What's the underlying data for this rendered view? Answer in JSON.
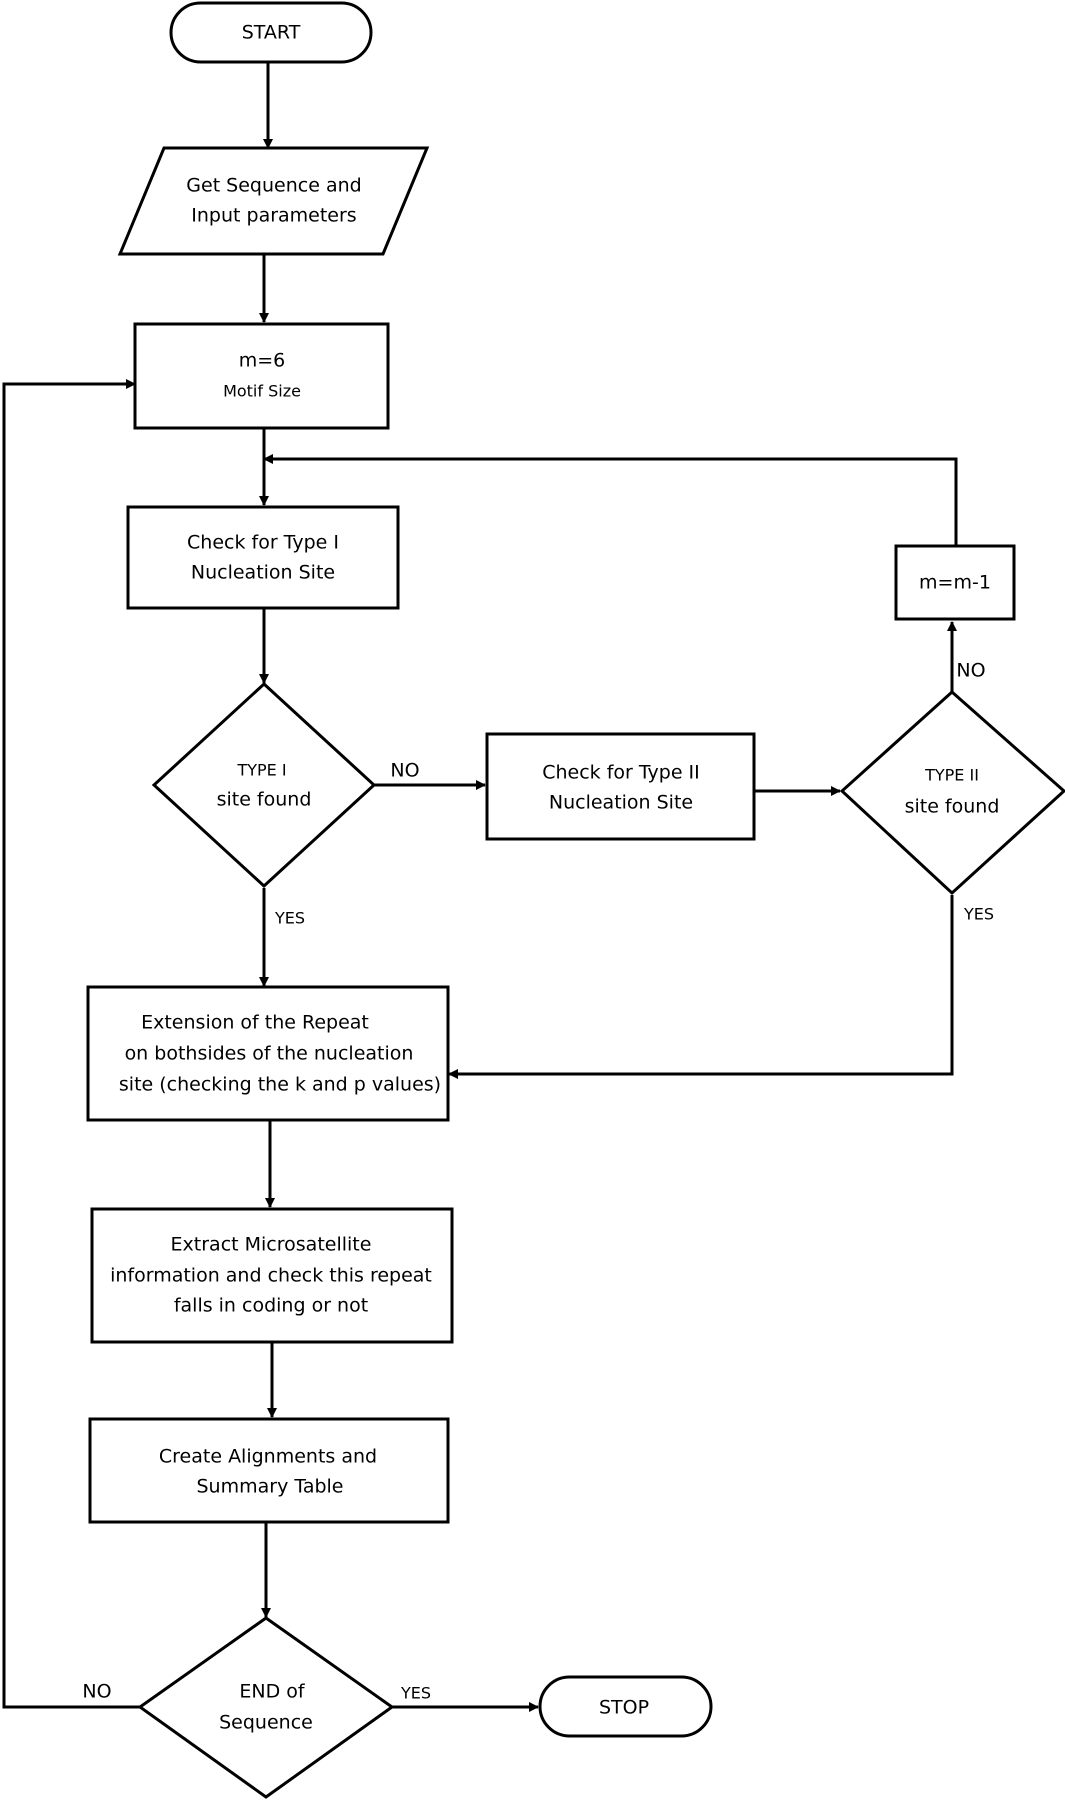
{
  "nodes": {
    "start": {
      "label": "START"
    },
    "input": {
      "line1": "Get Sequence and",
      "line2": "Input parameters"
    },
    "motif": {
      "line1": "m=6",
      "line2": "Motif Size"
    },
    "check1": {
      "line1": "Check for Type I",
      "line2": "Nucleation Site"
    },
    "dec1": {
      "line1": "TYPE I",
      "line2": "site found"
    },
    "check2": {
      "line1": "Check for Type II",
      "line2": "Nucleation Site"
    },
    "dec2": {
      "line1": "TYPE II",
      "line2": "site found"
    },
    "decrement": {
      "label": "m=m-1"
    },
    "extend": {
      "line1": "Extension of the Repeat",
      "line2": "on bothsides of the nucleation",
      "line3": "site (checking the k and p values)"
    },
    "extract": {
      "line1": "Extract Microsatellite",
      "line2": "information and check this repeat",
      "line3": "falls in coding or not"
    },
    "align": {
      "line1": "Create Alignments and",
      "line2": "Summary Table"
    },
    "dec3": {
      "line1": "END of",
      "line2": "Sequence"
    },
    "stop": {
      "label": "STOP"
    }
  },
  "edge_labels": {
    "dec1_no": "NO",
    "dec1_yes": "YES",
    "dec2_no": "NO",
    "dec2_yes": "YES",
    "dec3_no": "NO",
    "dec3_yes": "YES"
  }
}
